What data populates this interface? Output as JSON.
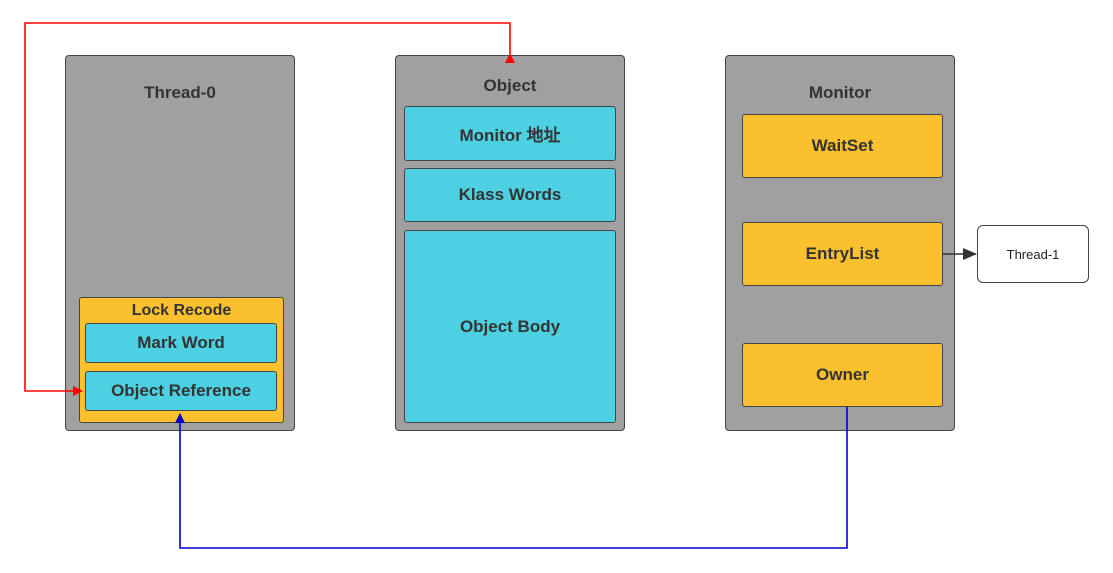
{
  "thread0": {
    "title": "Thread-0",
    "lock_record": {
      "title": "Lock Recode",
      "mark_word": "Mark Word",
      "object_reference": "Object Reference"
    }
  },
  "object": {
    "title": "Object",
    "monitor_address": "Monitor 地址",
    "klass_words": "Klass Words",
    "object_body": "Object Body"
  },
  "monitor": {
    "title": "Monitor",
    "wait_set": "WaitSet",
    "entry_list": "EntryList",
    "owner": "Owner"
  },
  "thread1": {
    "label": "Thread-1"
  },
  "colors": {
    "panel": "#a0a0a0",
    "cyan": "#4dd0e1",
    "yellow": "#fbc02d",
    "red_arrow": "#ff0000",
    "blue_arrow": "#0000cc",
    "black_arrow": "#333333"
  }
}
